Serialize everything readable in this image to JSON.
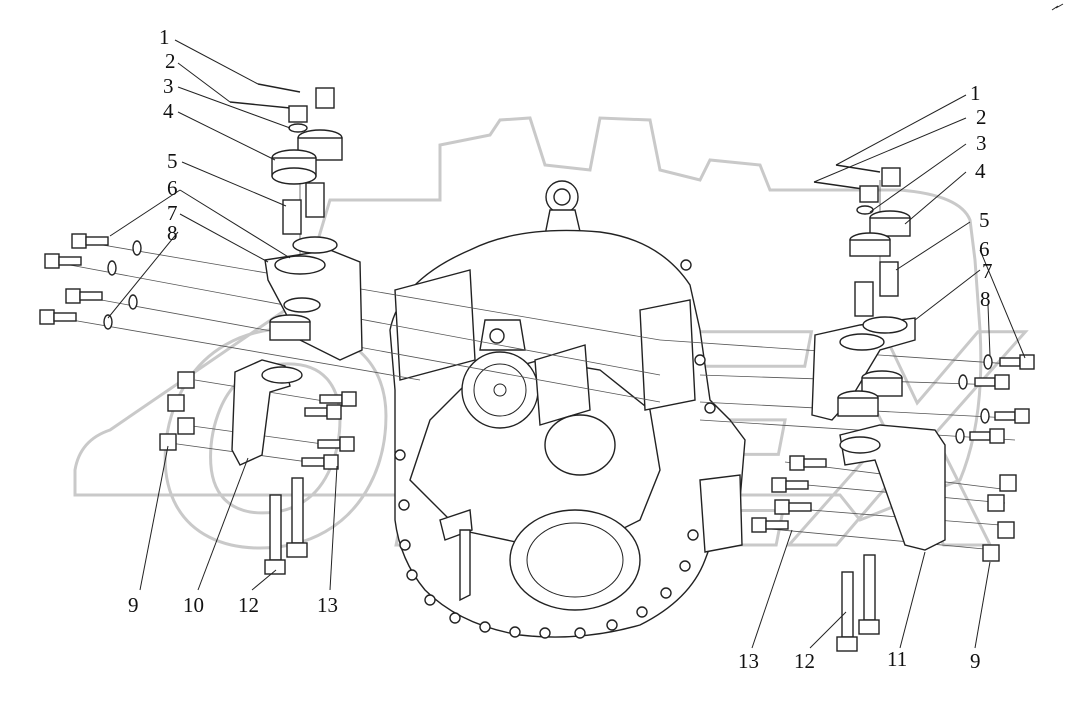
{
  "diagram": {
    "watermark_text": "OPEX",
    "callouts_left": [
      "1",
      "2",
      "3",
      "4",
      "5",
      "6",
      "7",
      "8",
      "9",
      "10",
      "12",
      "13"
    ],
    "callouts_right": [
      "1",
      "2",
      "3",
      "4",
      "5",
      "6",
      "7",
      "8",
      "13",
      "12",
      "11",
      "9"
    ]
  }
}
